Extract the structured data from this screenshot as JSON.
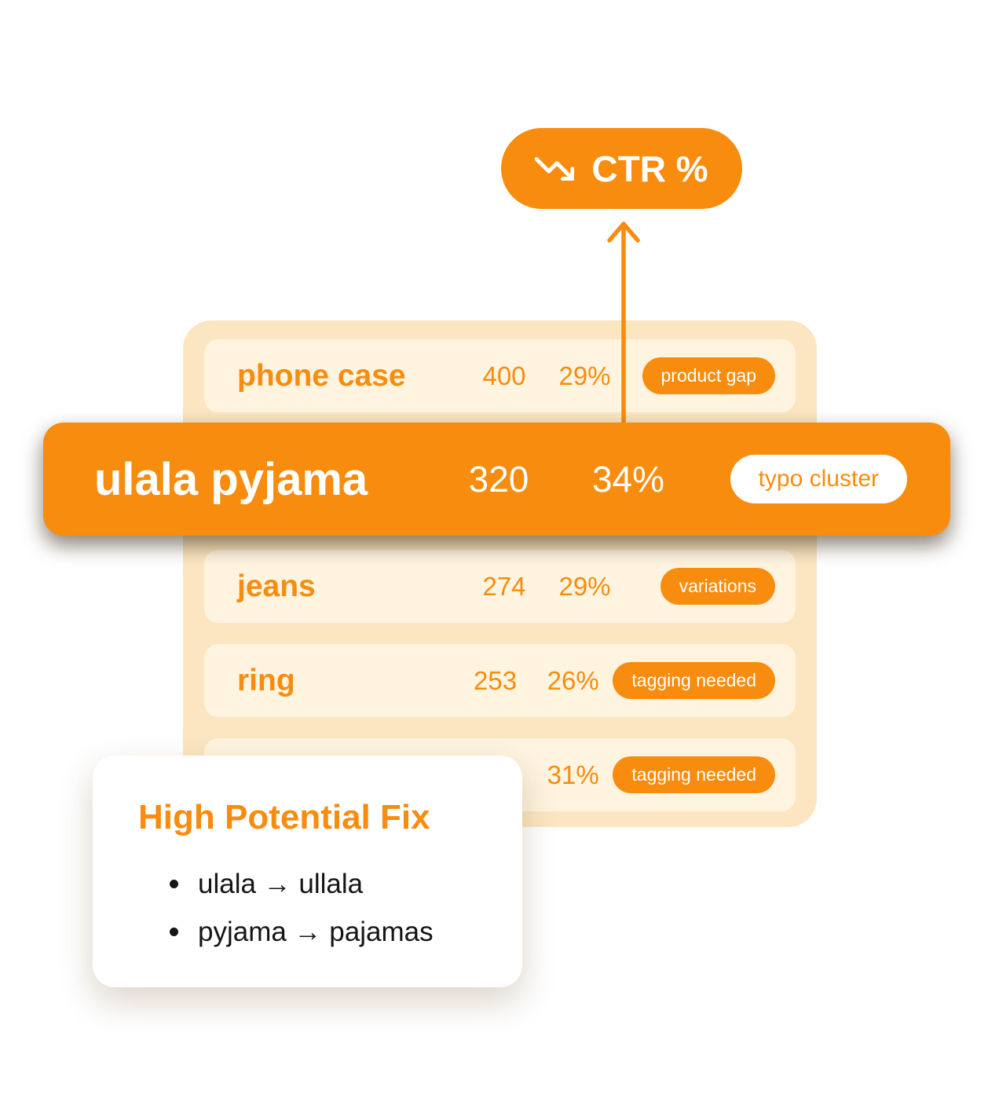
{
  "colors": {
    "orange": "#F78C0E",
    "table_background": "#FBE6C1",
    "row_background": "#FEF4DF",
    "highlight_text": "#FFFFFF",
    "card_background": "#FFFFFF",
    "bullet_text": "#151515"
  },
  "ctr_badge": {
    "label": "CTR %",
    "icon": "trending-down-icon"
  },
  "connector": {
    "icon": "arrow-up"
  },
  "table": {
    "rows": [
      {
        "query": "phone case",
        "count": "400",
        "ctr": "29%",
        "badge": "product gap"
      },
      {
        "query": "jeans",
        "count": "274",
        "ctr": "29%",
        "badge": "variations"
      },
      {
        "query": "ring",
        "count": "253",
        "ctr": "26%",
        "badge": "tagging needed"
      },
      {
        "query": "",
        "count": "",
        "ctr": "31%",
        "badge": "tagging needed"
      }
    ],
    "highlighted_row": {
      "query": "ulala pyjama",
      "count": "320",
      "ctr": "34%",
      "badge": "typo cluster"
    }
  },
  "fix_card": {
    "title": "High Potential Fix",
    "items": [
      "ulala → ullala",
      "pyjama → pajamas"
    ]
  }
}
